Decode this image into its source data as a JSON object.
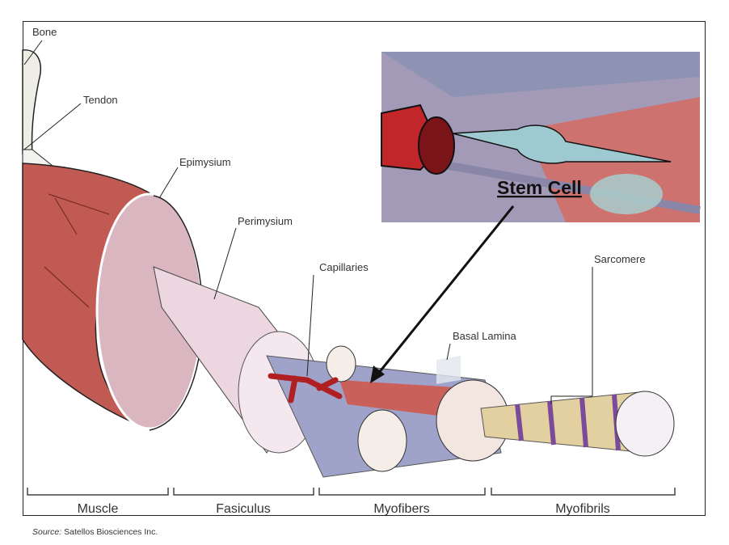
{
  "labels": {
    "bone": "Bone",
    "tendon": "Tendon",
    "epimysium": "Epimysium",
    "perimysium": "Perimysium",
    "capillaries": "Capillaries",
    "basal_lamina": "Basal Lamina",
    "sarcomere": "Sarcomere",
    "stem_cell": "Stem Cell"
  },
  "sections": [
    "Muscle",
    "Fasiculus",
    "Myofibers",
    "Myofibrils"
  ],
  "source": {
    "prefix": "Source:",
    "text": "Satellos Biosciences Inc."
  },
  "colors": {
    "muscle": "#c05a52",
    "cross_section": "#d9b6c0",
    "fascicle": "#e8d0dc",
    "capillary": "#b01f22",
    "inset_bg": "#a39ab8"
  }
}
